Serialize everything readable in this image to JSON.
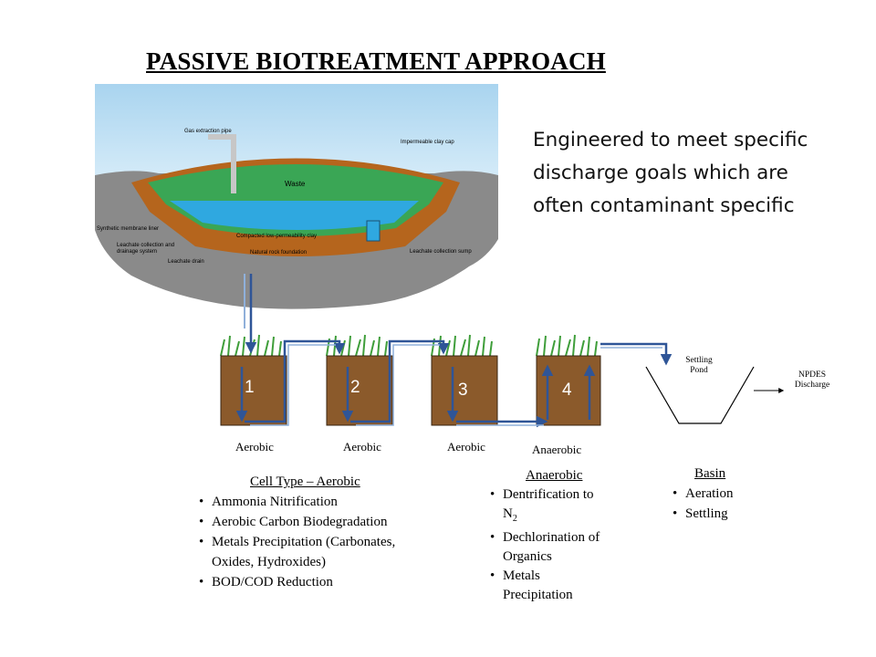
{
  "title": "PASSIVE BIOTREATMENT APPROACH",
  "intro_lines": [
    "Engineered to meet specific",
    "discharge goals which are",
    "often contaminant specific"
  ],
  "landfill_labels": {
    "gas_pipe": "Gas extraction pipe",
    "clay_cap": "Impermeable clay cap",
    "waste": "Waste",
    "liner": "Synthetic membrane liner",
    "collection": "Leachate collection and",
    "collection2": "drainage system",
    "clay": "Compacted low-permeability clay",
    "foundation": "Natural rock foundation",
    "sump": "Leachate collection sump",
    "drain": "Leachate drain"
  },
  "cells": [
    {
      "number": "1",
      "type": "Aerobic"
    },
    {
      "number": "2",
      "type": "Aerobic"
    },
    {
      "number": "3",
      "type": "Aerobic"
    },
    {
      "number": "4",
      "type": "Anaerobic"
    }
  ],
  "settling_pond": [
    "Settling",
    "Pond"
  ],
  "discharge": [
    "NPDES",
    "Discharge"
  ],
  "aerobic_info": {
    "heading": "Cell Type – Aerobic",
    "items": [
      "Ammonia Nitrification",
      "Aerobic Carbon Biodegradation",
      "Metals Precipitation (Carbonates,",
      "Oxides, Hydroxides)",
      "BOD/COD Reduction"
    ]
  },
  "anaerobic_info": {
    "heading": "Anaerobic",
    "item1_line1": "Dentrification to",
    "item1_line2": "N",
    "item1_sub": "2",
    "item2_line1": "Dechlorination of",
    "item2_line2": "Organics",
    "item3_line1": "Metals",
    "item3_line2": "Precipitation"
  },
  "basin_info": {
    "heading": "Basin",
    "items": [
      "Aeration",
      "Settling"
    ]
  },
  "colors": {
    "cell_fill": "#8b5a2b",
    "flow_arrow": "#2f5597",
    "grass": "#3f9e3a",
    "sky": "#bfe0f4",
    "waste": "#3aa655",
    "leachate": "#2fa8e0",
    "liner": "#b5651d"
  }
}
